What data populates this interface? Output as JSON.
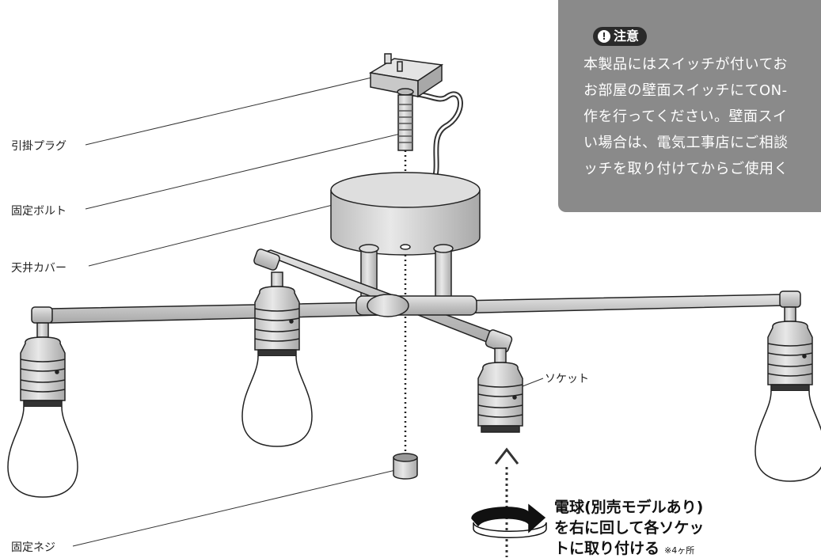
{
  "labels": {
    "hook_plug": "引掛プラグ",
    "fixing_bolt": "固定ボルト",
    "ceiling_cover": "天井カバー",
    "socket": "ソケット",
    "fixing_screw": "固定ネジ"
  },
  "caution": {
    "title": "注意",
    "lines": [
      "本製品にはスイッチが付いてお",
      "お部屋の壁面スイッチにてON-",
      "作を行ってください。壁面スイ",
      "い場合は、電気工事店にご相談",
      "ッチを取り付けてからご使用く"
    ]
  },
  "instruction": {
    "line1": "電球(別売モデルあり)",
    "line2": "を右に回して各ソケッ",
    "line3": "トに取り付ける",
    "note": "※4ヶ所"
  },
  "colors": {
    "caution_bg": "#8a8a8a",
    "metal": "#c8c8c8",
    "metal_dark": "#9a9a9a",
    "outline": "#222222"
  }
}
